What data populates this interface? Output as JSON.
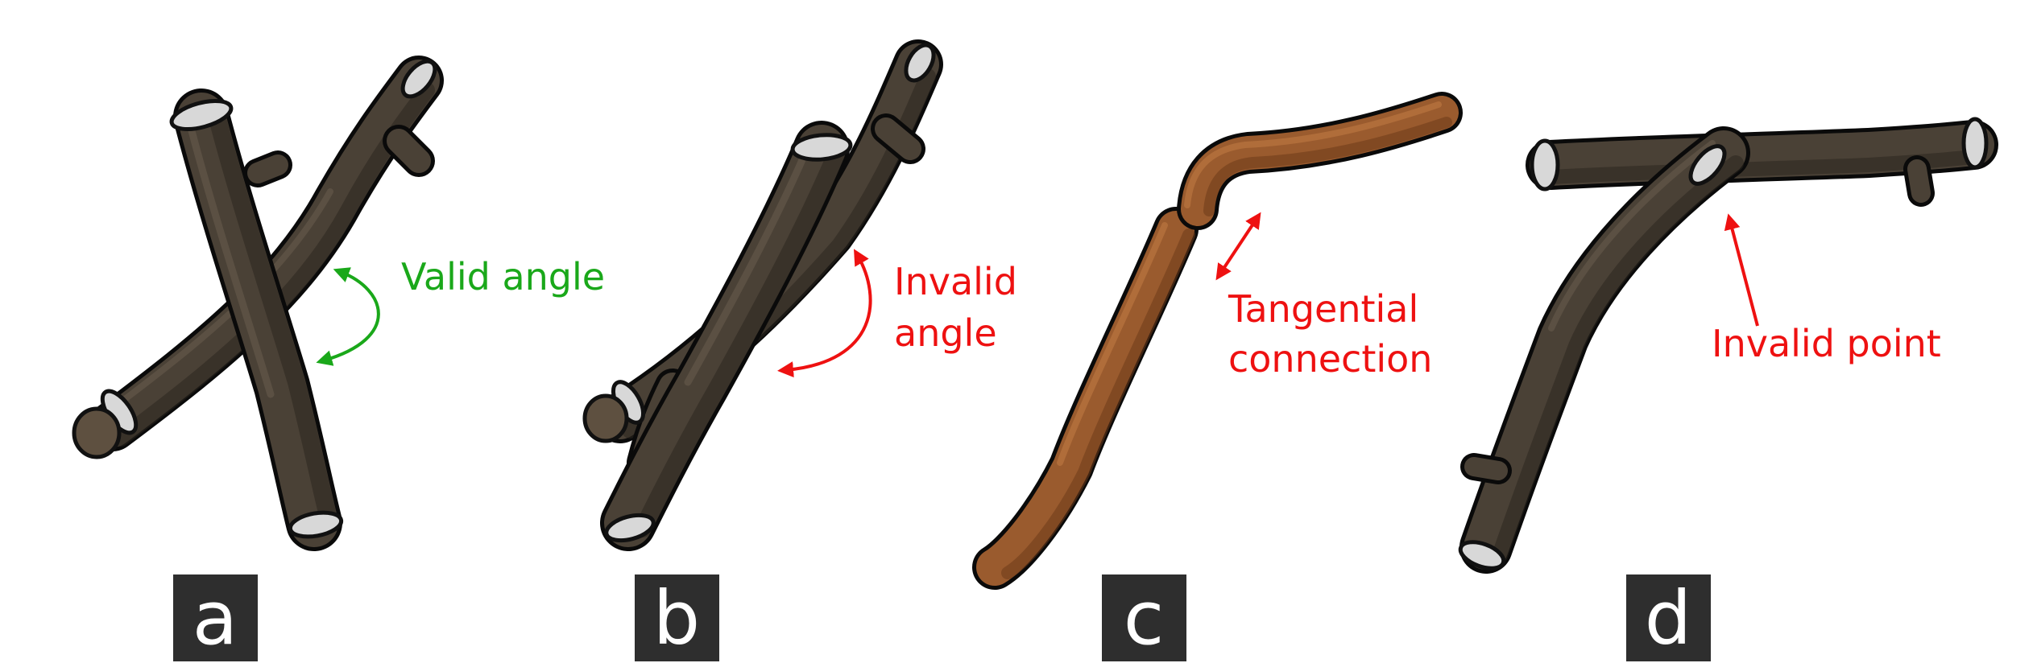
{
  "colors": {
    "valid": "#1aa81a",
    "invalid": "#ee1111",
    "bark": "#4a4136",
    "bark_dark": "#2c261f",
    "bark_light": "#7a6c5c",
    "orange_bark": "#9a5b2e",
    "orange_dark": "#6e3a1a",
    "orange_light": "#d9904f",
    "panel_bg": "#2e2e2e",
    "cap": "#d8d8d8"
  },
  "panels": [
    {
      "id": "a",
      "letter": "a",
      "annotation": [
        "Valid angle"
      ],
      "annotation_color": "valid"
    },
    {
      "id": "b",
      "letter": "b",
      "annotation": [
        "Invalid",
        "angle"
      ],
      "annotation_color": "invalid"
    },
    {
      "id": "c",
      "letter": "c",
      "annotation": [
        "Tangential",
        "connection"
      ],
      "annotation_color": "invalid"
    },
    {
      "id": "d",
      "letter": "d",
      "annotation": [
        "Invalid point"
      ],
      "annotation_color": "invalid"
    }
  ],
  "icons": [
    "branch-illustration",
    "curved-double-arrow-icon",
    "double-arrow-icon",
    "arrow-icon"
  ]
}
